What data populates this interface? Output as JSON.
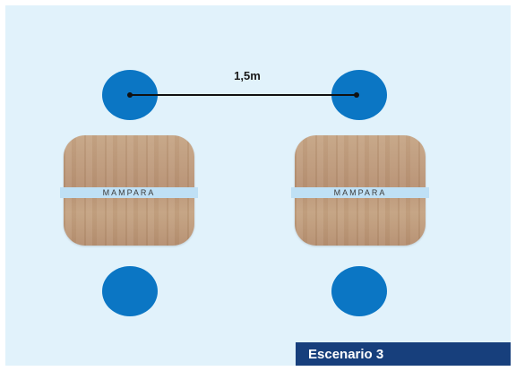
{
  "diagram": {
    "distance_label": "1,5m",
    "partition_label": "MAMPARA",
    "scenario_label": "Escenario 3",
    "colors": {
      "background": "#e1f2fb",
      "seat": "#0b76c4",
      "partition": "#bfe0f5",
      "badge": "#173f7c"
    },
    "icons": [
      "seat-circle",
      "wooden-table",
      "distance-line"
    ]
  }
}
